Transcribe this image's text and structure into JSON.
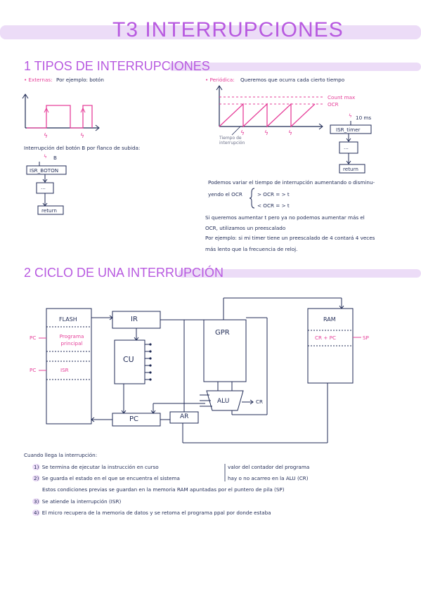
{
  "title": "T3 INTERRUPCIONES",
  "section1": {
    "heading": "1 TIPOS DE INTERRUPCIONES",
    "externas_label": "• Externas:",
    "externas_text": "Por ejemplo: botón",
    "boton_caption": "Interrupción del botón B por flanco de subida:",
    "boton_b": "B",
    "isr_boton": "ISR_BOTON",
    "dots": "...",
    "return": "return",
    "periodica_label": "• Periódica:",
    "periodica_text": "Queremos que ocurra cada cierto tiempo",
    "count_max": "Count max",
    "ocr": "OCR",
    "tiempo_label": "Tiempo de interrupción",
    "ten_ms": "10 ms",
    "isr_timer": "ISR_timer",
    "para_lines": [
      "Podemos variar el tiempo de interrupción aumentando o disminu-",
      "yendo el OCR",
      "> OCR = > t",
      "< OCR = > t",
      "Si queremos aumentar t pero ya no podemos aumentar más el",
      "OCR, utilizamos un preescalado",
      "Por ejemplo: si mi timer tiene un preescalado de 4 contará 4 veces",
      "más lento que la frecuencia de reloj."
    ]
  },
  "section2": {
    "heading": "2 CICLO DE UNA INTERRUPCIÓN",
    "flash": "FLASH",
    "programa": "Programa principal",
    "isr": "ISR",
    "pc_arrow1": "PC",
    "pc_arrow2": "PC",
    "ir": "IR",
    "cu": "CU",
    "pc": "PC",
    "ar": "AR",
    "gpr": "GPR",
    "alu": "ALU",
    "cr": "CR",
    "ram": "RAM",
    "cr_pc": "CR + PC",
    "sp": "SP"
  },
  "steps": {
    "intro": "Cuando llega la interrupción:",
    "items": [
      {
        "num": "1)",
        "text": "Se termina de ejecutar la instrucción en curso"
      },
      {
        "num": "2)",
        "text": "Se guarda el estado en el que se encuentra el sistema"
      },
      {
        "num": "",
        "text": "Estos condiciones previas se guardan en la memoria RAM apuntadas por el puntero de pila (SP)"
      },
      {
        "num": "3)",
        "text": "Se atiende la interrupción (ISR)"
      },
      {
        "num": "4)",
        "text": "El micro recupera de la memoria de datos y se retoma el programa ppal por donde estaba"
      }
    ],
    "side1": "valor del contador del programa",
    "side2": "hay o no acarreo en la ALU (CR)"
  }
}
